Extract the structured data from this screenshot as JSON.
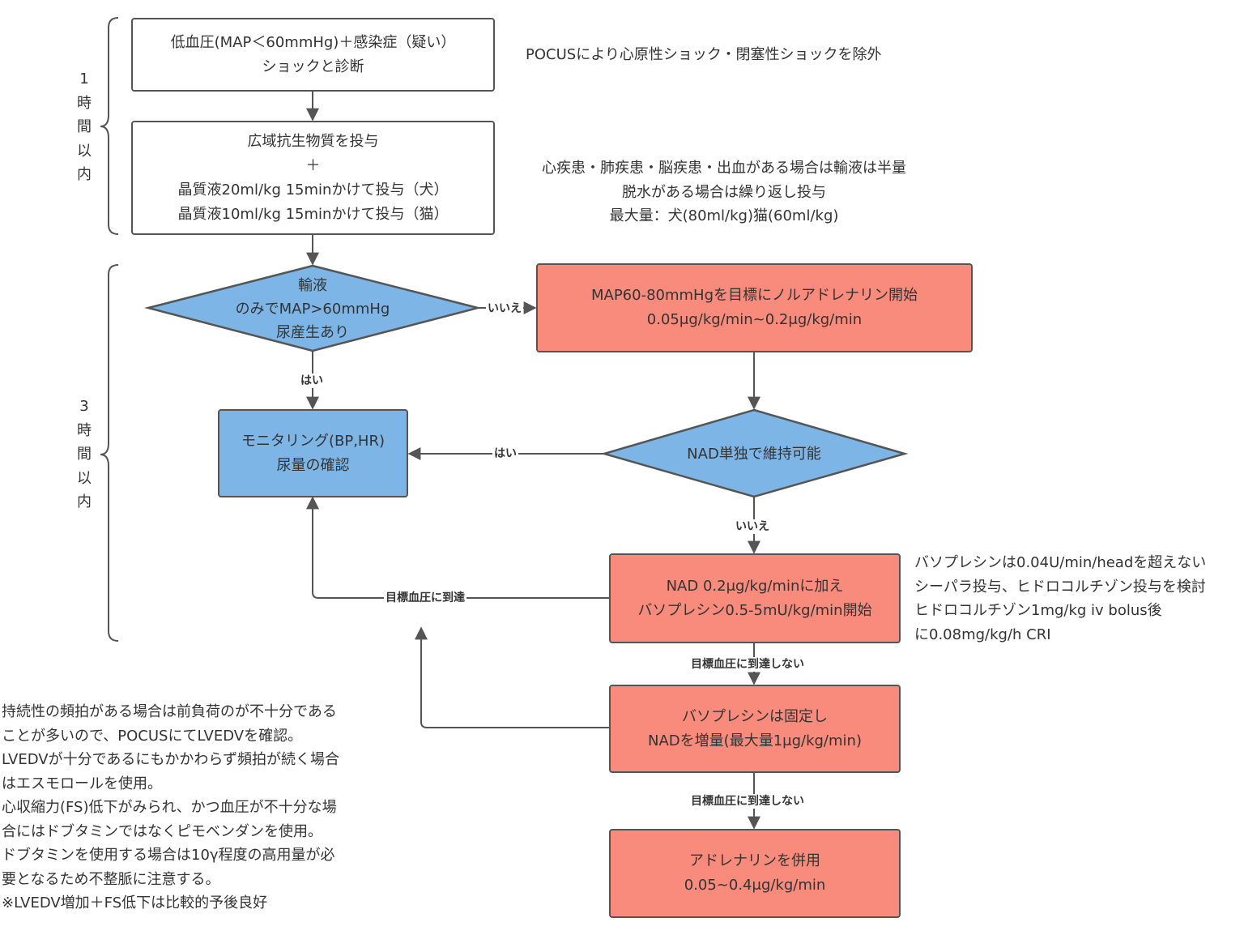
{
  "phases": {
    "phase1": [
      "1",
      "時",
      "間",
      "以",
      "内"
    ],
    "phase2": [
      "3",
      "時",
      "間",
      "以",
      "内"
    ]
  },
  "nodes": {
    "start": [
      "低血圧(MAP＜60mmHg)＋感染症（疑い）",
      "ショックと診断"
    ],
    "antibiotics": [
      "広域抗生物質を投与",
      "＋",
      "晶質液20ml/kg 15minかけて投与（犬）",
      "晶質液10ml/kg 15minかけて投与（猫）"
    ],
    "fluid_decision": [
      "輸液",
      "のみでMAP>60mmHg",
      "尿産生あり"
    ],
    "monitoring": [
      "モニタリング(BP,HR)",
      "尿量の確認"
    ],
    "noradrenaline": [
      "MAP60-80mmHgを目標にノルアドレナリン開始",
      "0.05μg/kg/min~0.2μg/kg/min"
    ],
    "nad_decision": [
      "NAD単独で維持可能"
    ],
    "vasopressin": [
      "NAD 0.2μg/kg/minに加え",
      "バソプレシン0.5-5mU/kg/min開始"
    ],
    "increase_nad": [
      "バソプレシンは固定し",
      "NADを増量(最大量1μg/kg/min)"
    ],
    "adrenaline": [
      "アドレナリンを併用",
      "0.05~0.4μg/kg/min"
    ]
  },
  "edge_labels": {
    "no1": "いいえ",
    "yes1": "はい",
    "yes2": "はい",
    "no2": "いいえ",
    "target_reached": "目標血圧に到達",
    "not_reached1": "目標血圧に到達しない",
    "not_reached2": "目標血圧に到達しない"
  },
  "notes": {
    "pocus": [
      "POCUSにより心原性ショック・閉塞性ショックを除外"
    ],
    "fluid": [
      "心疾患・肺疾患・脳疾患・出血がある場合は輸液は半量",
      "脱水がある場合は繰り返し投与",
      "最大量：犬(80ml/kg)猫(60ml/kg)"
    ],
    "vasopressin": [
      "バソプレシンは0.04U/min/headを超えない",
      "シーパラ投与、ヒドロコルチゾン投与を検討",
      "ヒドロコルチゾン1mg/kg iv bolus後",
      "に0.08mg/kg/h CRI"
    ],
    "tachycardia": [
      "持続性の頻拍がある場合は前負荷のが不十分である",
      "ことが多いので、POCUSにてLVEDVを確認。",
      "LVEDVが十分であるにもかかわらず頻拍が続く場合",
      "はエスモロールを使用。",
      "心収縮力(FS)低下がみられ、かつ血圧が不十分な場",
      "合にはドブタミンではなくピモベンダンを使用。",
      "ドブタミンを使用する場合は10γ程度の高用量が必",
      "要となるため不整脈に注意する。",
      "※LVEDV増加＋FS低下は比較的予後良好"
    ]
  },
  "colors": {
    "red_box": "#f88b7b",
    "blue_box": "#7db6e6",
    "border": "#555555",
    "text": "#333333"
  }
}
